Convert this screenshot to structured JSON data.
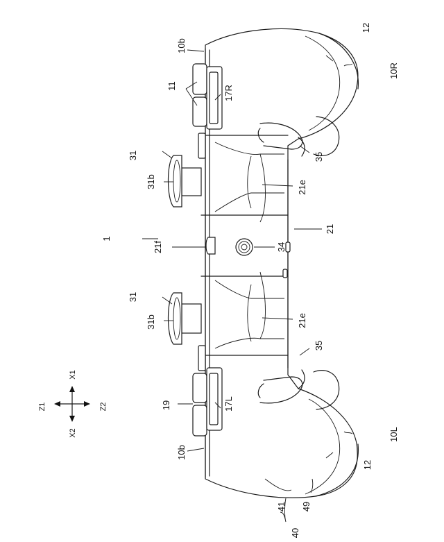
{
  "labels": {
    "top_10b": "10b",
    "top_12": "12",
    "top_10R": "10R",
    "top_11": "11",
    "top_17R": "17R",
    "top_35": "35",
    "top_31": "31",
    "top_31b": "31b",
    "top_21e": "21e",
    "center_1": "1",
    "center_21": "21",
    "center_21f": "21f",
    "center_34": "34",
    "bot_31": "31",
    "bot_31b": "31b",
    "bot_21e": "21e",
    "bot_35": "35",
    "bot_19": "19",
    "bot_17L": "17L",
    "bot_10b": "10b",
    "bot_12": "12",
    "bot_10L": "10L",
    "grp_41": "41",
    "grp_49": "49",
    "grp_40": "40"
  },
  "axes": {
    "x1": "X1",
    "x2": "X2",
    "z1": "Z1",
    "z2": "Z2"
  }
}
